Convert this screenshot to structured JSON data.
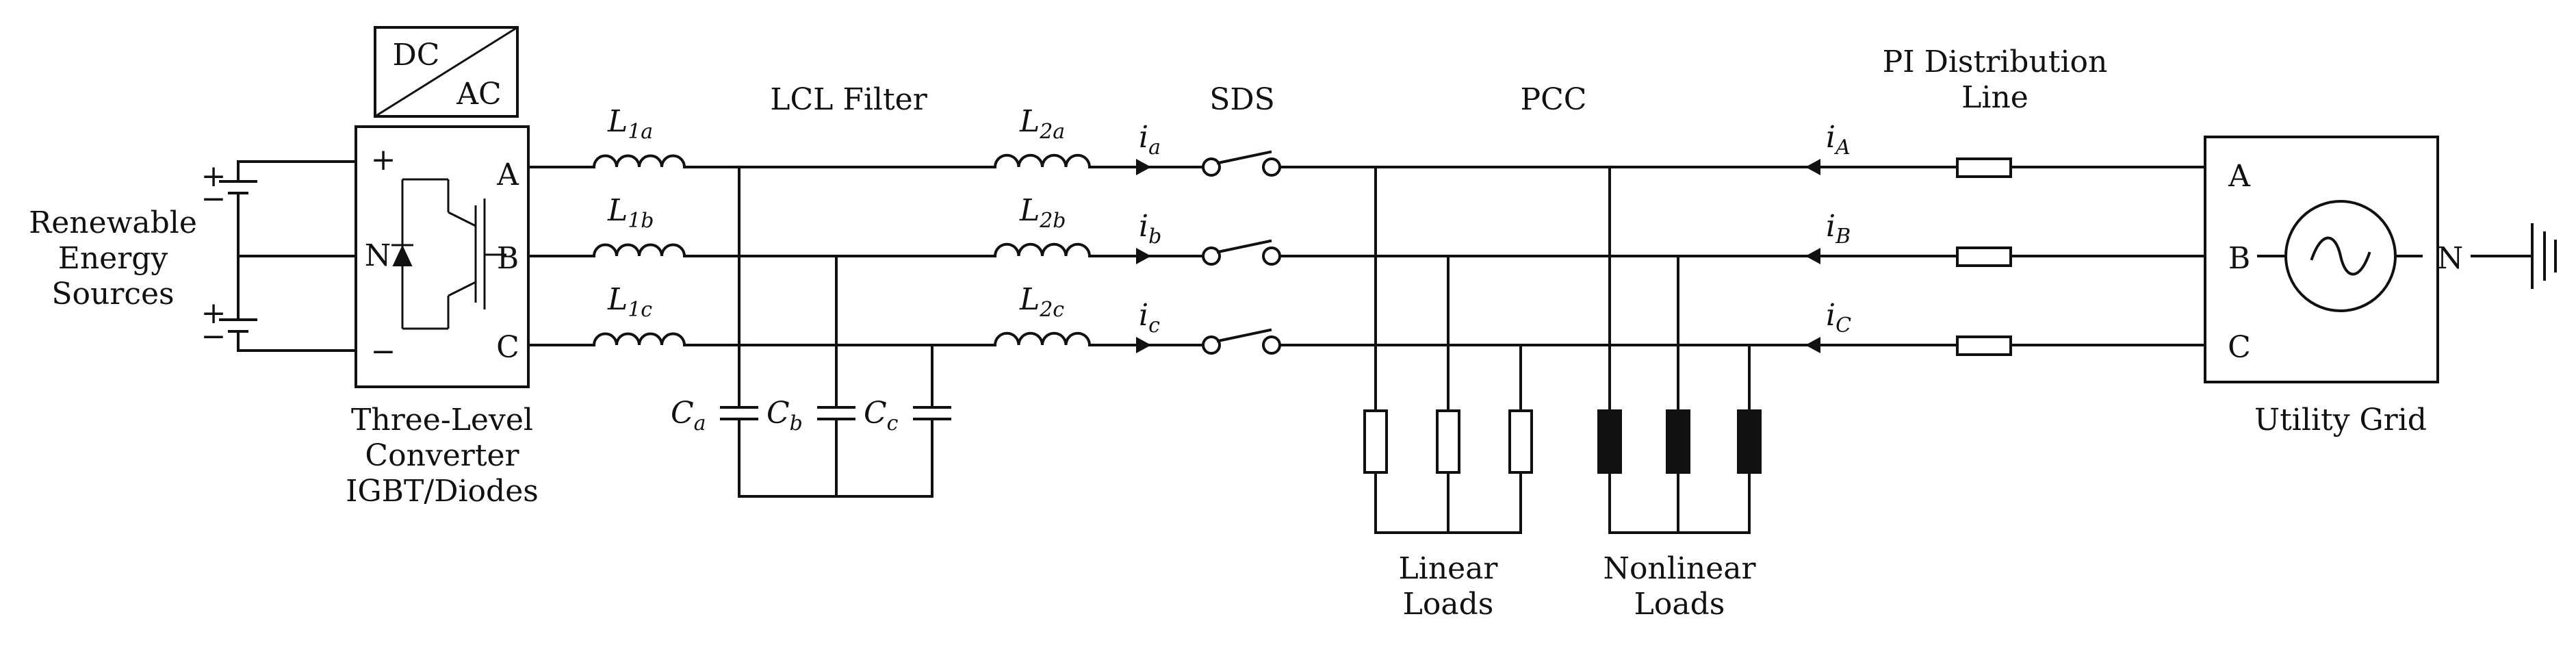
{
  "labels": {
    "renewable": [
      "Renewable",
      "Energy",
      "Sources"
    ],
    "dc": "DC",
    "ac": "AC",
    "converter": [
      "Three-Level",
      "Converter",
      "IGBT/Diodes"
    ],
    "plus": "+",
    "minus": "−",
    "neutral": "N",
    "phase_a": "A",
    "phase_b": "B",
    "phase_c": "C",
    "lcl_filter": "LCL Filter",
    "sds": "SDS",
    "pcc": "PCC",
    "pi_line": [
      "PI Distribution",
      "Line"
    ],
    "utility_grid": "Utility Grid",
    "linear_loads": [
      "Linear",
      "Loads"
    ],
    "nonlinear_loads": [
      "Nonlinear",
      "Loads"
    ],
    "inductors": [
      {
        "main": "L",
        "sub": "1a"
      },
      {
        "main": "L",
        "sub": "1b"
      },
      {
        "main": "L",
        "sub": "1c"
      },
      {
        "main": "L",
        "sub": "2a"
      },
      {
        "main": "L",
        "sub": "2b"
      },
      {
        "main": "L",
        "sub": "2c"
      }
    ],
    "capacitors": [
      {
        "main": "C",
        "sub": "a"
      },
      {
        "main": "C",
        "sub": "b"
      },
      {
        "main": "C",
        "sub": "c"
      }
    ],
    "inverter_currents": [
      {
        "main": "i",
        "sub": "a"
      },
      {
        "main": "i",
        "sub": "b"
      },
      {
        "main": "i",
        "sub": "c"
      }
    ],
    "grid_currents": [
      {
        "main": "i",
        "sub": "A"
      },
      {
        "main": "i",
        "sub": "B"
      },
      {
        "main": "i",
        "sub": "C"
      }
    ]
  }
}
